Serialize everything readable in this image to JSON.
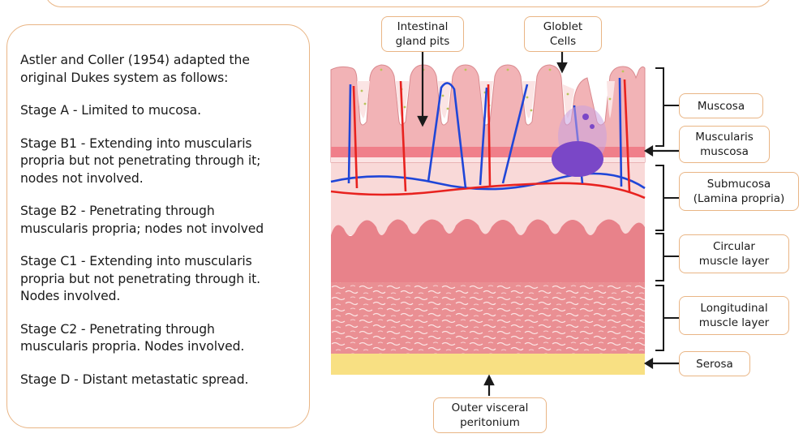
{
  "staging_text": {
    "intro": "Astler and Coller (1954) adapted the\noriginal Dukes system as follows:",
    "stage_a": "Stage A -  Limited to mucosa.",
    "stage_b1": "Stage B1 - Extending into muscularis\npropria but not penetrating through it;\nnodes not involved.",
    "stage_b2": "Stage B2 - Penetrating through\nmuscularis propria; nodes not involved",
    "stage_c1": "Stage C1 - Extending into muscularis\npropria but not penetrating through it.\nNodes involved.",
    "stage_c2": "Stage C2 - Penetrating through\nmuscularis propria. Nodes involved.",
    "stage_d": "Stage D - Distant metastatic spread."
  },
  "labels": {
    "intestinal_gland_pits": "Intestinal\ngland pits",
    "goblet_cells": "Globlet\nCells",
    "muscosa": "Muscosa",
    "muscularis_muscosa": "Muscularis\nmuscosa",
    "submucosa": "Submucosa\n(Lamina propria)",
    "circular_muscle": "Circular\nmuscle layer",
    "longitudinal_muscle": "Longitudinal\nmuscle layer",
    "serosa": "Serosa",
    "outer_visceral_peritonium": "Outer visceral\nperitonium"
  },
  "colors": {
    "accent_border": "#e9b585",
    "mucosa": "#f2b3b6",
    "muscularis_band": "#f07f8a",
    "submucosa": "#f9d9d8",
    "circular_muscle": "#e8828a",
    "longitudinal_muscle": "#ea8f93",
    "serosa": "#f8e083",
    "artery": "#e8221f",
    "vein": "#1f46d8",
    "goblet_cell": "#7a47c7"
  }
}
